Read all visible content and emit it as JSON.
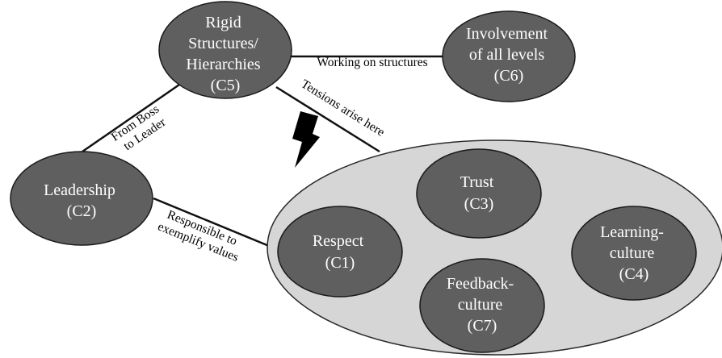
{
  "nodes": {
    "c5": {
      "lines": [
        "Rigid",
        "Structures/",
        "Hierarchies",
        "(C5)"
      ]
    },
    "c6": {
      "lines": [
        "Involvement",
        "of all levels",
        "(C6)"
      ]
    },
    "c2": {
      "lines": [
        "Leadership",
        "(C2)"
      ]
    },
    "c3": {
      "lines": [
        "Trust",
        "(C3)"
      ]
    },
    "c1": {
      "lines": [
        "Respect",
        "(C1)"
      ]
    },
    "c4": {
      "lines": [
        "Learning-",
        "culture",
        "(C4)"
      ]
    },
    "c7": {
      "lines": [
        "Feedback-",
        "culture",
        "(C7)"
      ]
    }
  },
  "edges": {
    "c5_c6": {
      "label": "Working on structures"
    },
    "c5_c2": {
      "lines": [
        "From Boss",
        "to Leader"
      ]
    },
    "c5_group": {
      "label": "Tensions arise here"
    },
    "c2_group": {
      "lines": [
        "Responsible to",
        "exemplify values"
      ]
    }
  },
  "icons": {
    "tension": "lightning-bolt-icon"
  },
  "colors": {
    "node_fill": "#5f5f5f",
    "group_fill": "#d6d6d6",
    "node_text": "#ffffff",
    "edge_line": "#111111"
  }
}
